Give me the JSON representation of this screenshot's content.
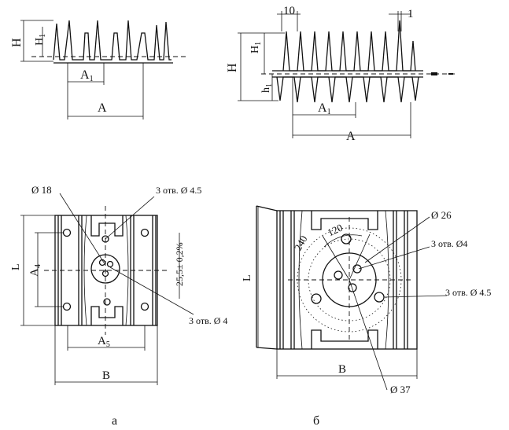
{
  "left_profile": {
    "label_h": "H",
    "label_h1": "H",
    "label_h1_sub": "1",
    "label_a1": "A",
    "label_a1_sub": "1",
    "label_a": "A"
  },
  "right_profile": {
    "label_10": "10",
    "label_1": "1",
    "label_h": "H",
    "label_h1": "H",
    "label_h1_sub": "1",
    "label_hsmall": "h",
    "label_hsmall_sub": "1",
    "label_a1": "A",
    "label_a1_sub": "1",
    "label_a": "A"
  },
  "plan_a": {
    "diam18": "Ø 18",
    "holes45": "3 отв. Ø 4.5",
    "holes4": "3 отв. Ø 4",
    "tol": "25,5± 0,2%",
    "label_l": "L",
    "label_a4": "A",
    "label_a4_sub": "4",
    "label_a5": "A",
    "label_a5_sub": "5",
    "label_b": "B",
    "caption": "а"
  },
  "plan_b": {
    "angle_240": "240",
    "angle_120": "120",
    "diam26": "Ø 26",
    "holes4": "3 отв. Ø4",
    "holes45": "3 отв. Ø 4.5",
    "label_l": "L",
    "label_b": "B",
    "diam37": "Ø 37",
    "caption": "б"
  }
}
